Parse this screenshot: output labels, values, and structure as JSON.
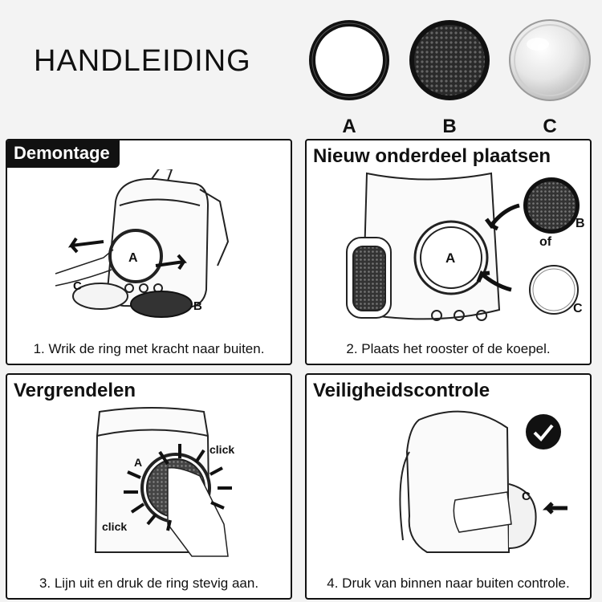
{
  "title": "HANDLEIDING",
  "parts": [
    {
      "label": "A",
      "name": "ring"
    },
    {
      "label": "B",
      "name": "mesh-screen"
    },
    {
      "label": "C",
      "name": "dome"
    }
  ],
  "panels": [
    {
      "heading": "Demontage",
      "caption": "1. Wrik de ring met kracht naar buiten.",
      "labels": {
        "a": "A",
        "b": "B",
        "c": "C"
      }
    },
    {
      "heading": "Nieuw onderdeel plaatsen",
      "caption": "2. Plaats het rooster of de koepel.",
      "labels": {
        "a": "A",
        "b": "B",
        "of": "of",
        "c": "C"
      }
    },
    {
      "heading": "Vergrendelen",
      "caption": "3. Lijn uit en druk de ring stevig aan.",
      "labels": {
        "a": "A",
        "click1": "click",
        "click2": "click"
      }
    },
    {
      "heading": "Veiligheidscontrole",
      "caption": "4. Druk van binnen naar buiten controle.",
      "labels": {
        "c": "C"
      }
    }
  ]
}
